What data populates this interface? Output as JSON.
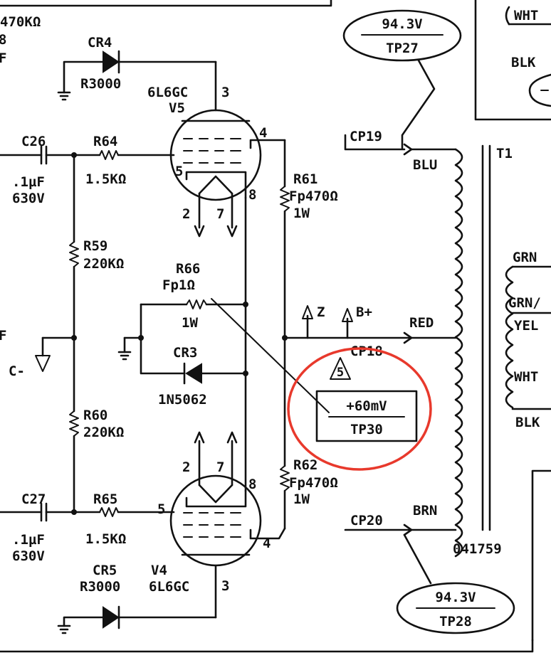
{
  "colors": {
    "ink": "#111111",
    "paper": "#ffffff",
    "highlight": "#e8392c"
  },
  "labels": {
    "r_top": "470KΩ",
    "cr4": "CR4",
    "cr4_part": "R3000",
    "v5_type": "6L6GC",
    "v5_ref": "V5",
    "v5_pin3": "3",
    "v5_pin4": "4",
    "v5_pin5": "5",
    "v5_pin2": "2",
    "v5_pin7": "7",
    "v5_pin8": "8",
    "c26": "C26",
    "c26_val": ".1µF",
    "c26_volt": "630V",
    "r64": "R64",
    "r64_val": "1.5KΩ",
    "r61": "R61",
    "r61_val": "Fp470Ω",
    "r61_w": "1W",
    "r59": "R59",
    "r59_val": "220KΩ",
    "r66": "R66",
    "r66_val": "Fp1Ω",
    "r66_w": "1W",
    "cr3": "CR3",
    "cr3_part": "1N5062",
    "c_minus": "C-",
    "r60": "R60",
    "r60_val": "220KΩ",
    "r62": "R62",
    "r62_val": "Fp470Ω",
    "r62_w": "1W",
    "c27": "C27",
    "c27_val": ".1µF",
    "c27_volt": "630V",
    "r65": "R65",
    "r65_val": "1.5KΩ",
    "v4_ref": "V4",
    "v4_type": "6L6GC",
    "v4_pin3": "3",
    "v4_pin4": "4",
    "v4_pin5": "5",
    "v4_pin2": "2",
    "v4_pin7": "7",
    "v4_pin8": "8",
    "cr5": "CR5",
    "cr5_part": "R3000",
    "z_node": "Z",
    "b_plus": "B+",
    "cp19": "CP19",
    "cp18": "CP18",
    "cp20": "CP20",
    "blu": "BLU",
    "red": "RED",
    "brn": "BRN",
    "t1": "T1",
    "part_no": "041759",
    "grn": "GRN",
    "grn_yel_a": "GRN/",
    "grn_yel_b": "YEL",
    "wht_right": "WHT",
    "blk_right": "BLK",
    "wht_top": "WHT",
    "blk_top": "BLK",
    "left_edge_a": "8",
    "left_edge_b": "F",
    "left_edge_c": "F"
  },
  "test_points": [
    {
      "voltage": "94.3V",
      "name": "TP27"
    },
    {
      "voltage": "+60mV",
      "name": "TP30",
      "note": "5"
    },
    {
      "voltage": "94.3V",
      "name": "TP28"
    }
  ]
}
